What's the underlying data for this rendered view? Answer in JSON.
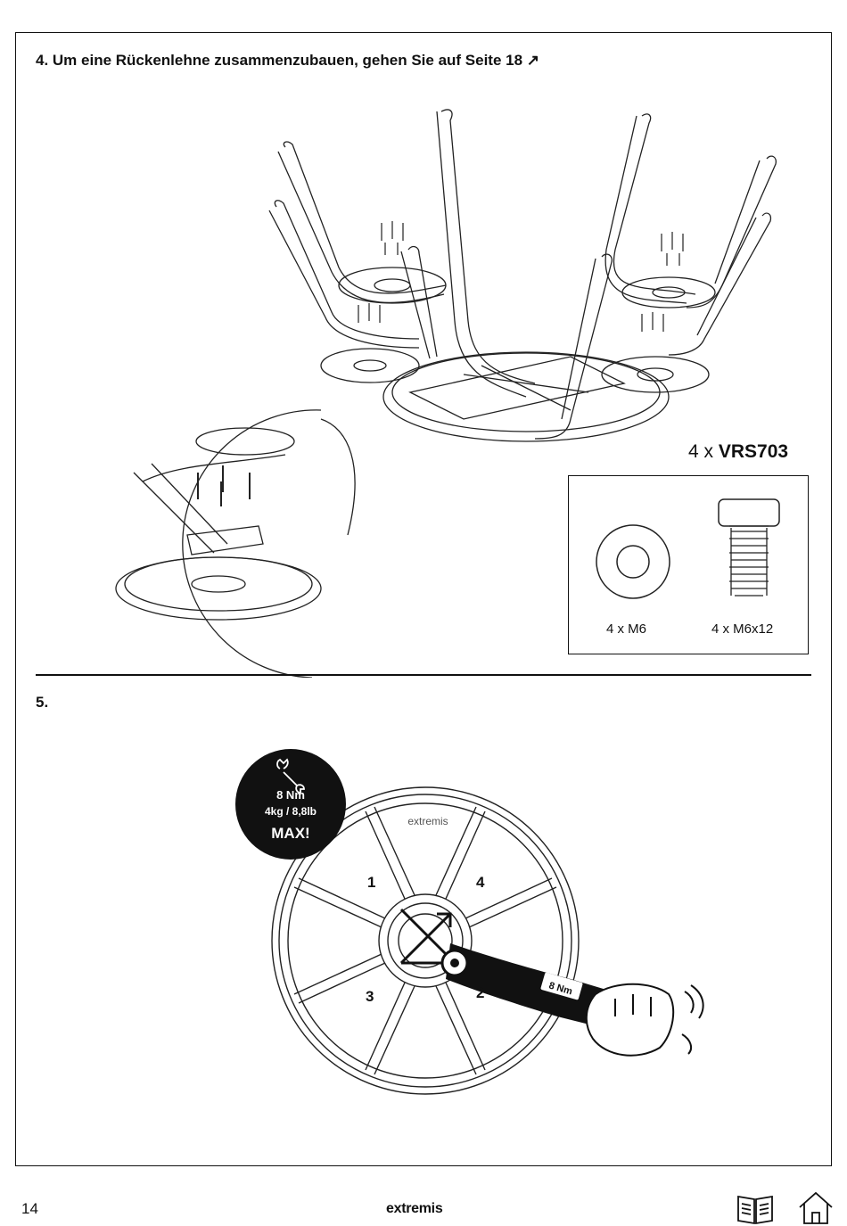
{
  "step4": {
    "title": "4. Um eine Rückenlehne zusammenzubauen, gehen Sie auf Seite 18 ↗"
  },
  "kit": {
    "count_prefix": "4 x",
    "code": "VRS703",
    "parts": [
      {
        "name": "washer",
        "label": "4 x M6"
      },
      {
        "name": "bolt",
        "label": "4 x M6x12"
      }
    ]
  },
  "step5": {
    "label": "5.",
    "badge": {
      "torque": "8 Nm",
      "weight": "4kg / 8,8lb",
      "max": "MAX!"
    },
    "disc_logo": "extremis",
    "wrench_display": "8 Nm",
    "sequence": [
      "1",
      "4",
      "3",
      "2"
    ]
  },
  "footer": {
    "page_number": "14",
    "brand": "extremis"
  },
  "icons": {
    "badge": "wrench-icon",
    "footer_left": "book-icon",
    "footer_right": "home-icon"
  }
}
